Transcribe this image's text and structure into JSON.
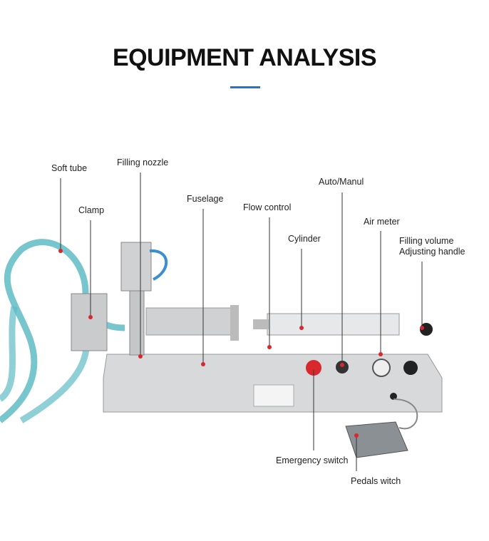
{
  "header": {
    "title": "EQUIPMENT ANALYSIS",
    "accent_color": "#2f6fc6"
  },
  "labels": {
    "soft_tube": "Soft tube",
    "filling_nozzle": "Filling nozzle",
    "clamp": "Clamp",
    "fuselage": "Fuselage",
    "flow_control": "Flow control",
    "cylinder": "Cylinder",
    "auto_manual": "Auto/Manul",
    "air_meter": "Air meter",
    "filling_volume_1": "Filling volume",
    "filling_volume_2": "Adjusting handle",
    "emergency_switch": "Emergency switch",
    "pedal_switch": "Pedals witch"
  },
  "marker_color": "#d8282d"
}
